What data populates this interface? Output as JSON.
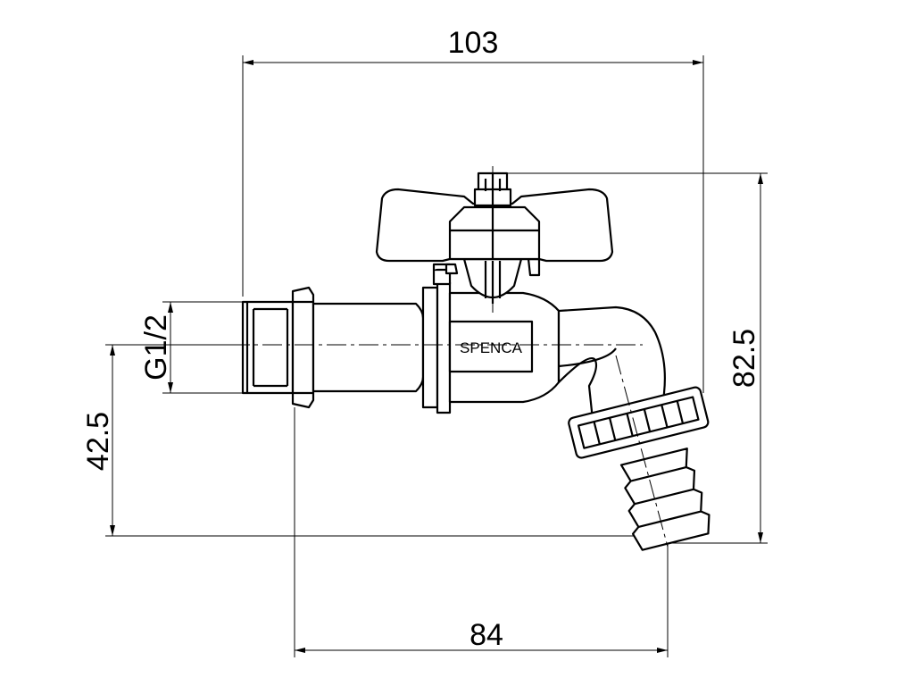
{
  "dimensions": {
    "overall_width": "103",
    "overall_height": "82.5",
    "outlet_height": "42.5",
    "base_length": "84",
    "thread_size": "G1/2"
  },
  "brand": "SPENCA"
}
